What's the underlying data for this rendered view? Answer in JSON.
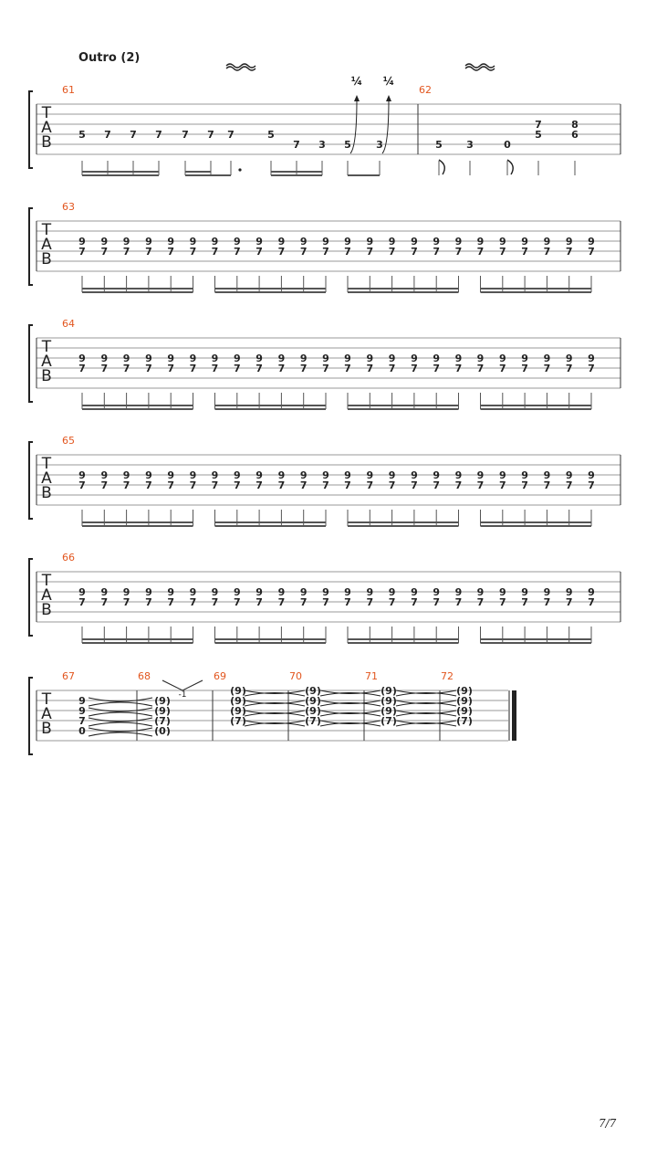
{
  "section_title": "Outro (2)",
  "tab_clef": [
    "T",
    "A",
    "B"
  ],
  "bend_labels": [
    "¼",
    "¼"
  ],
  "harmonic_bend_label": "-1",
  "page_number": "7/7",
  "measures": [
    {
      "number": "61",
      "notes": [
        {
          "frets": [
            null,
            null,
            null,
            "5"
          ]
        },
        {
          "frets": [
            null,
            null,
            null,
            "7"
          ]
        },
        {
          "frets": [
            null,
            null,
            null,
            "7"
          ]
        },
        {
          "frets": [
            null,
            null,
            null,
            "7"
          ]
        },
        {
          "frets": [
            null,
            null,
            null,
            "7"
          ]
        },
        {
          "frets": [
            null,
            null,
            null,
            "7"
          ]
        },
        {
          "frets": [
            null,
            null,
            null,
            "7"
          ]
        },
        {
          "frets": [
            null,
            null,
            null,
            "5"
          ]
        },
        {
          "frets": [
            null,
            null,
            null,
            null,
            "7"
          ]
        },
        {
          "frets": [
            null,
            null,
            null,
            null,
            "3"
          ]
        },
        {
          "frets": [
            null,
            null,
            null,
            null,
            "5"
          ]
        },
        {
          "frets": [
            null,
            null,
            null,
            null,
            "3"
          ]
        }
      ]
    },
    {
      "number": "62",
      "notes": [
        {
          "frets": [
            null,
            null,
            null,
            null,
            "5"
          ]
        },
        {
          "frets": [
            null,
            null,
            null,
            null,
            "3"
          ]
        },
        {
          "frets": [
            null,
            null,
            null,
            null,
            "0"
          ]
        },
        {
          "frets": [
            null,
            null,
            "7",
            "5"
          ]
        },
        {
          "frets": [
            null,
            null,
            "8",
            "6"
          ]
        }
      ]
    },
    {
      "number": "63",
      "chord": [
        "9",
        "7"
      ],
      "count": 24
    },
    {
      "number": "64",
      "chord": [
        "9",
        "7"
      ],
      "count": 24
    },
    {
      "number": "65",
      "chord": [
        "9",
        "7"
      ],
      "count": 24
    },
    {
      "number": "66",
      "chord": [
        "9",
        "7"
      ],
      "count": 24
    },
    {
      "number": "67",
      "chord": [
        "9",
        "9",
        "7",
        "0"
      ]
    },
    {
      "number": "68",
      "chord": [
        "(9)",
        "(9)",
        "(7)",
        "(0)"
      ]
    },
    {
      "number": "69",
      "chord": [
        "(9)",
        "(9)",
        "(9)",
        "(7)"
      ]
    },
    {
      "number": "70",
      "chord": [
        "(9)",
        "(9)",
        "(9)",
        "(7)"
      ]
    },
    {
      "number": "71",
      "chord": [
        "(9)",
        "(9)",
        "(9)",
        "(7)"
      ]
    },
    {
      "number": "72",
      "chord": [
        "(9)",
        "(9)",
        "(9)",
        "(7)"
      ]
    }
  ]
}
